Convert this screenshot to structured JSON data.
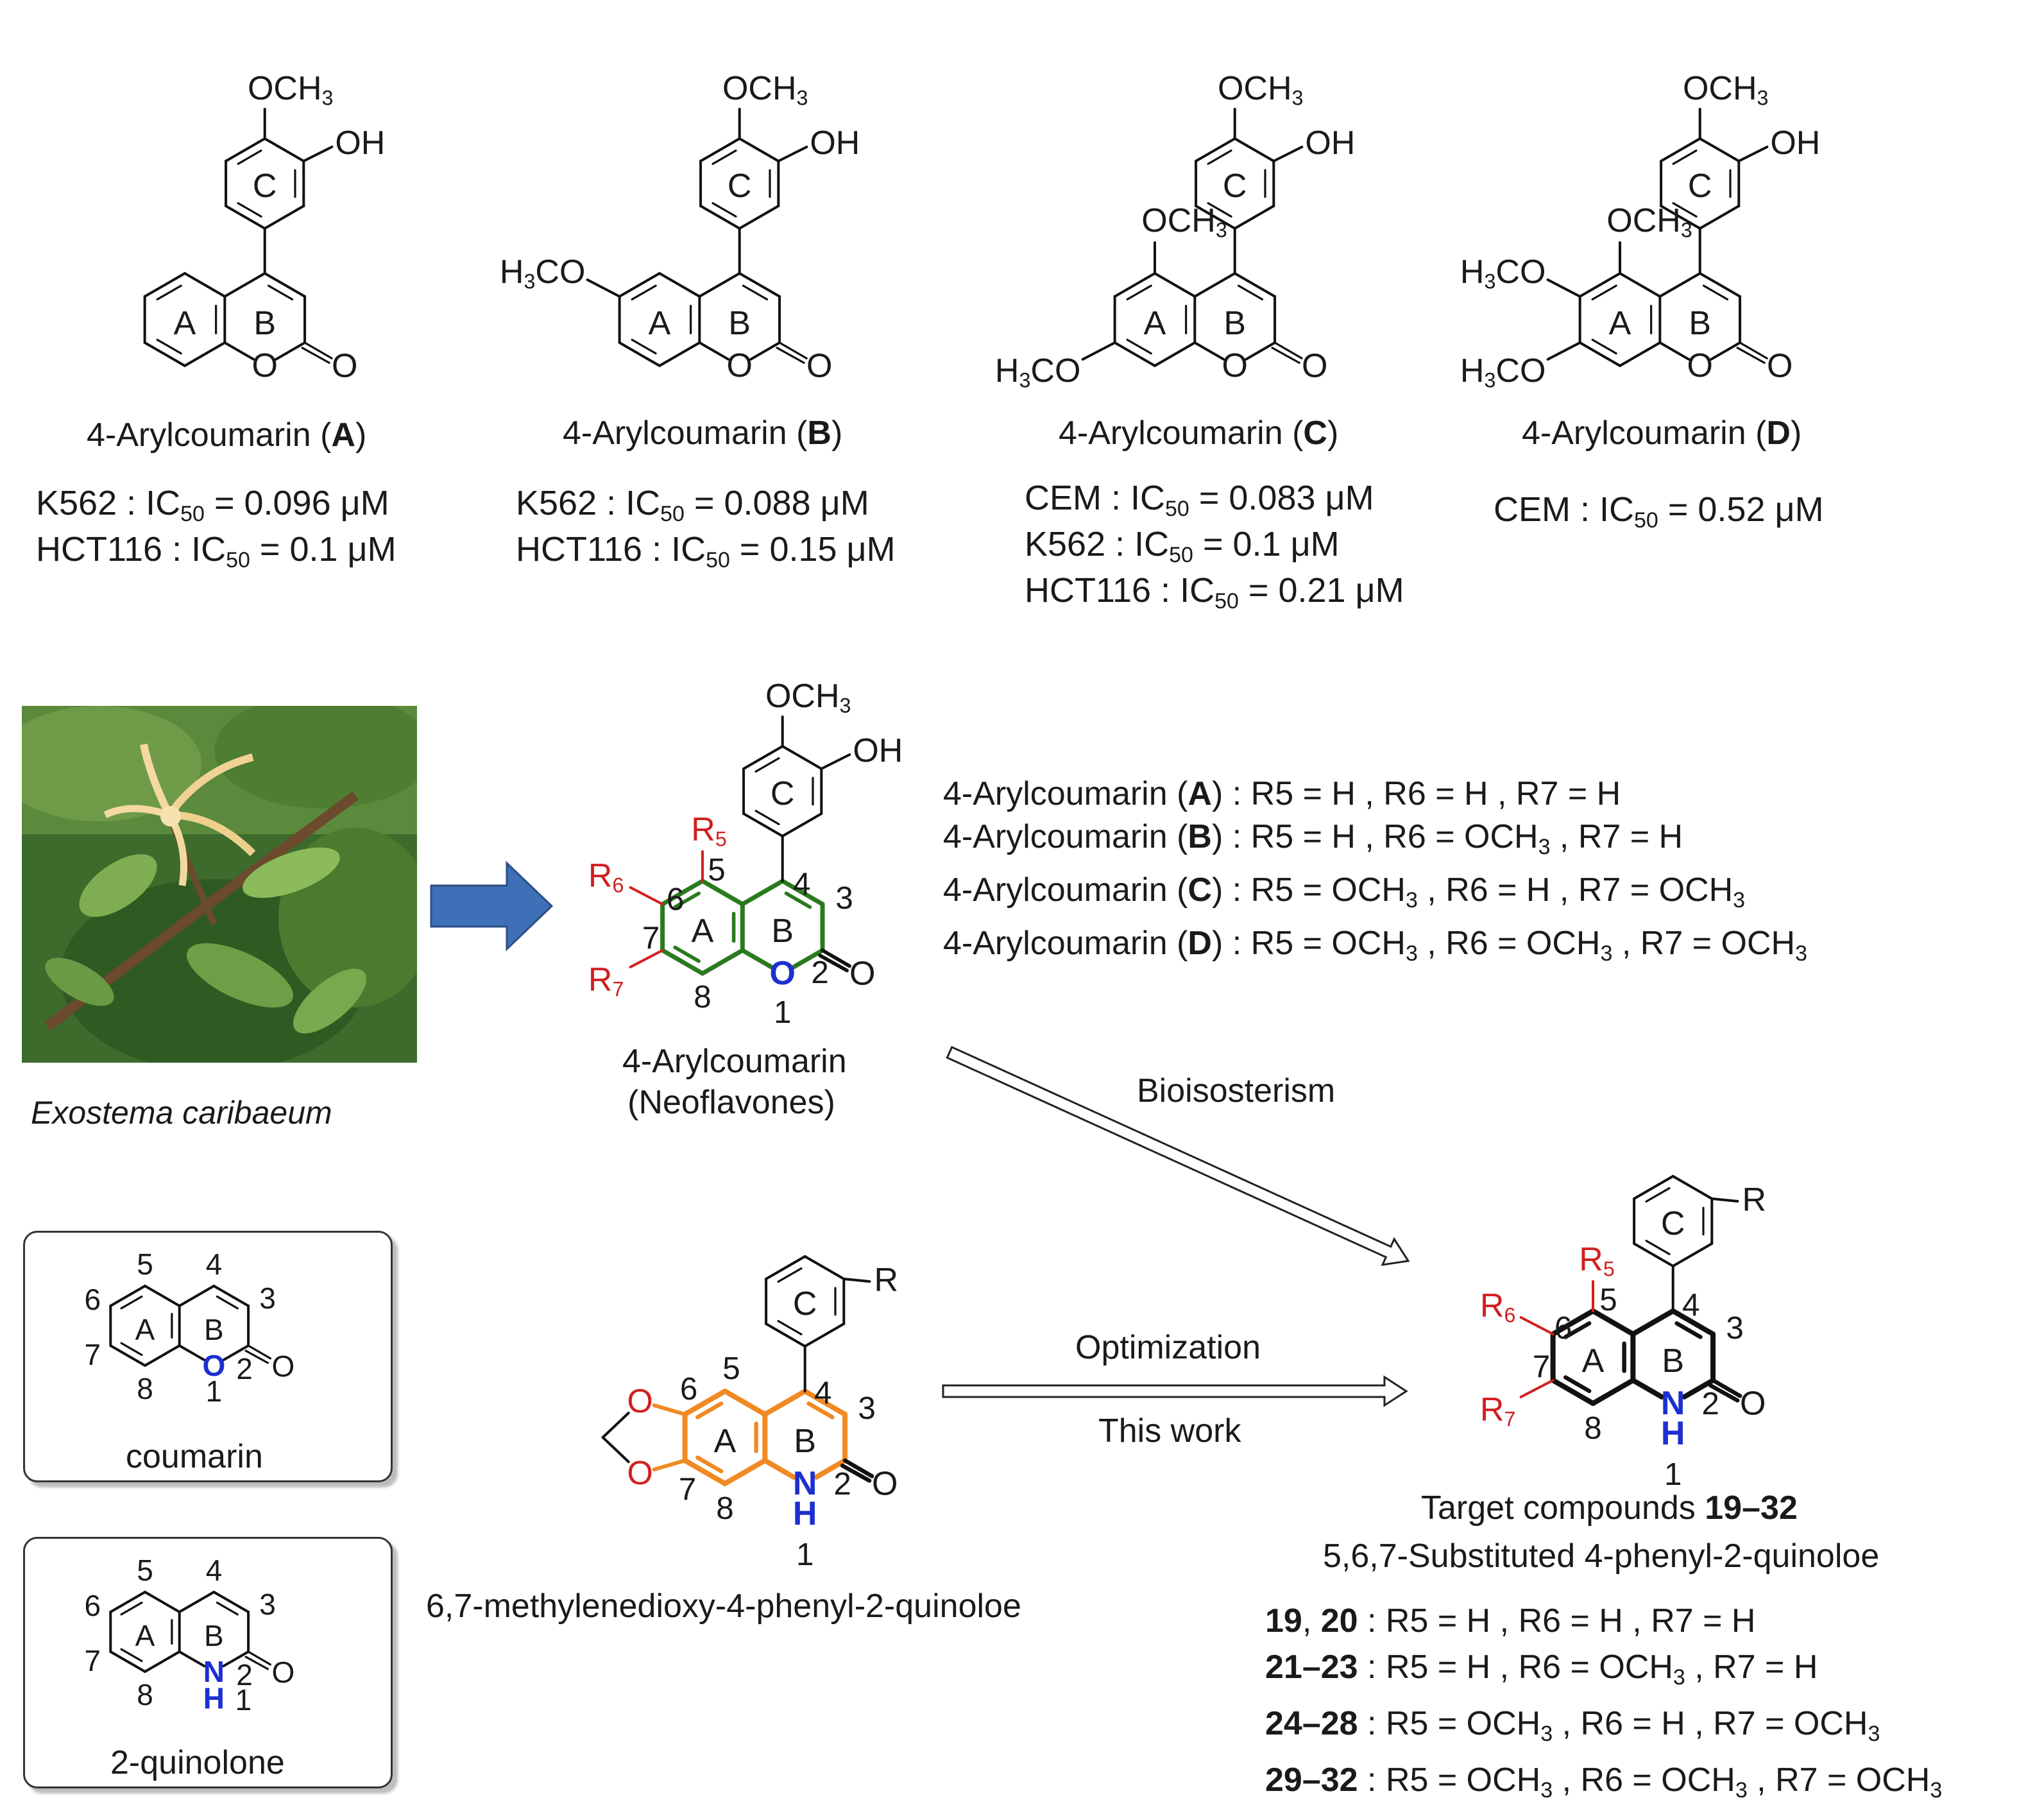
{
  "lead_structures": [
    {
      "name": "4-Arylcoumarin (",
      "bold": "A",
      "close": ")",
      "ic50": [
        {
          "cell": "K562 : IC",
          "sub": "50",
          "value": " = 0.096 μM"
        },
        {
          "cell": "HCT116 : IC",
          "sub": "50",
          "value": " = 0.1 μM"
        }
      ]
    },
    {
      "name": "4-Arylcoumarin (",
      "bold": "B",
      "close": ")",
      "ic50": [
        {
          "cell": "K562 : IC",
          "sub": "50",
          "value": " = 0.088 μM"
        },
        {
          "cell": "HCT116 : IC",
          "sub": "50",
          "value": " = 0.15 μM"
        }
      ]
    },
    {
      "name": "4-Arylcoumarin (",
      "bold": "C",
      "close": ")",
      "ic50": [
        {
          "cell": "CEM : IC",
          "sub": "50",
          "value": " = 0.083 μM"
        },
        {
          "cell": "K562 : IC",
          "sub": "50",
          "value": " = 0.1 μM"
        },
        {
          "cell": "HCT116 : IC",
          "sub": "50",
          "value": " = 0.21 μM"
        }
      ]
    },
    {
      "name": "4-Arylcoumarin (",
      "bold": "D",
      "close": ")",
      "ic50": [
        {
          "cell": "CEM : IC",
          "sub": "50",
          "value": " = 0.52 μM"
        }
      ]
    }
  ],
  "plant": {
    "caption": "Exostema caribaeum"
  },
  "neoflavone": {
    "line1": "4-Arylcoumarin",
    "line2": "(Neoflavones)"
  },
  "coumarin_substitutions": [
    {
      "prefix": "4-Arylcoumarin (",
      "bold": "A",
      "rest": ") : R5 = H , R6 = H , R7 = H"
    },
    {
      "prefix": "4-Arylcoumarin (",
      "bold": "B",
      "rest": ") : R5 = H , R6 = OCH",
      "sub": "3",
      "tail": " , R7 = H"
    },
    {
      "prefix": "4-Arylcoumarin (",
      "bold": "C",
      "rest": ") : R5 = OCH",
      "sub": "3",
      "tail": " , R6 = H , R7 = OCH",
      "sub2": "3"
    },
    {
      "prefix": "4-Arylcoumarin (",
      "bold": "D",
      "rest": ") : R5 = OCH",
      "sub": "3",
      "tail": " , R6 = OCH",
      "sub2": "3",
      "tail2": " , R7 = OCH",
      "sub3": "3"
    }
  ],
  "arrows": {
    "bioisosterism": "Bioisosterism",
    "optimization": "Optimization",
    "this_work": "This work"
  },
  "scaffolds": {
    "coumarin": "coumarin",
    "quinolone": "2-quinolone"
  },
  "lead_quinolone": {
    "name": "6,7-methylenedioxy-4-phenyl-2-quinoloe"
  },
  "target": {
    "title_prefix": "Target compounds ",
    "title_bold": "19–32",
    "subtitle": "5,6,7-Substituted 4-phenyl-2-quinoloe",
    "rows": [
      {
        "ids": "19",
        "sep": ", ",
        "ids2": "20",
        "text": " : R5 = H , R6 = H , R7 = H"
      },
      {
        "ids": "21–23",
        "text": " : R5 = H , R6 = OCH",
        "sub": "3",
        "tail": " , R7 = H"
      },
      {
        "ids": "24–28",
        "text": " : R5 = OCH",
        "sub": "3",
        "tail": " , R6 = H , R7 = OCH",
        "sub2": "3"
      },
      {
        "ids": "29–32",
        "text": " : R5 = OCH",
        "sub": "3",
        "tail": " , R6 = OCH",
        "sub2": "3",
        "tail2": " , R7 = OCH",
        "sub3": "3"
      }
    ]
  },
  "atoms": {
    "och3": "OCH",
    "och3_sub": "3",
    "oh": "OH",
    "h3co_pre": "H",
    "h3co_sub": "3",
    "h3co_post": "CO",
    "o": "O",
    "n": "N",
    "h": "H",
    "r": "R",
    "ring_a": "A",
    "ring_b": "B",
    "ring_c": "C",
    "r5": "R",
    "r5_sub": "5",
    "r6": "R",
    "r6_sub": "6",
    "r7": "R",
    "r7_sub": "7",
    "n1": "1",
    "n2": "2",
    "n3": "3",
    "n4": "4",
    "n5": "5",
    "n6": "6",
    "n7": "7",
    "n8": "8"
  },
  "colors": {
    "green_scaffold": "#2a7a1e",
    "orange_scaffold": "#f08a24",
    "black_scaffold": "#111111",
    "substituent_red": "#d21f1f",
    "heteroatom_blue": "#1c2fd1",
    "arrow_blue": "#3f6fb6"
  }
}
